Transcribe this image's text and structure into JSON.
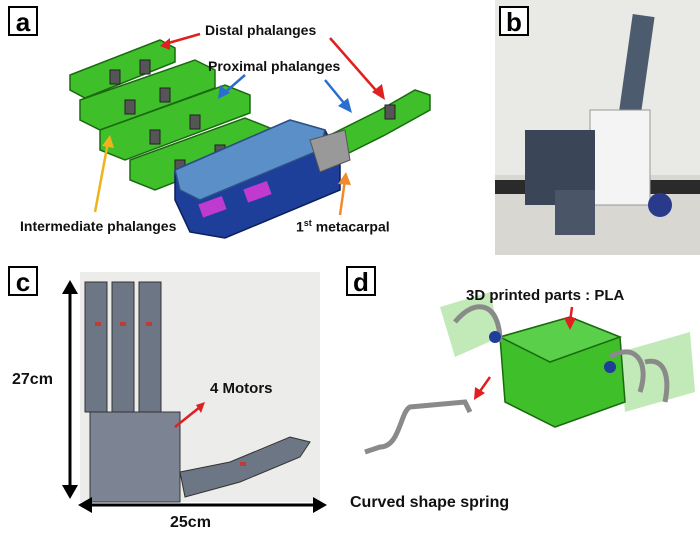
{
  "panels": {
    "a": {
      "letter": "a",
      "labels": {
        "distal": "Distal phalanges",
        "proximal": "Proximal phalanges",
        "intermediate": "Intermediate phalanges",
        "metacarpal_main": "1",
        "metacarpal_sup": "st",
        "metacarpal_rest": " metacarpal"
      },
      "colors": {
        "finger": "#3fbf2a",
        "palm": "#5b8fc8",
        "palm_dark": "#1d3f9a",
        "arrow_red": "#e02020",
        "arrow_blue": "#2a6fd0",
        "arrow_yellow": "#f2b21b",
        "arrow_orange": "#f08a2c"
      }
    },
    "b": {
      "letter": "b"
    },
    "c": {
      "letter": "c",
      "labels": {
        "height": "27cm",
        "width": "25cm",
        "motors": "4 Motors"
      }
    },
    "d": {
      "letter": "d",
      "labels": {
        "parts": "3D printed parts : PLA",
        "spring": "Curved shape spring"
      }
    }
  }
}
